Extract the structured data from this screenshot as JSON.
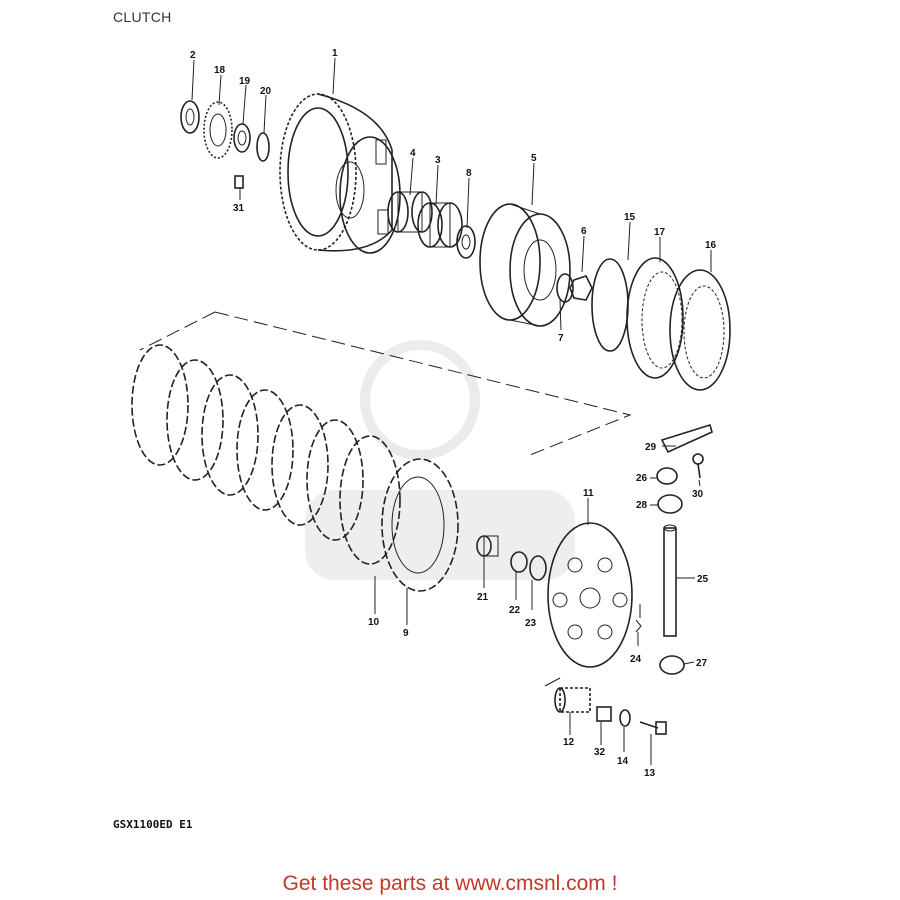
{
  "page": {
    "title": "CLUTCH",
    "model_code": "GSX1100ED E1"
  },
  "footer": {
    "text": "Get these parts at www.cmsnl.com !"
  },
  "callouts": {
    "c1": "1",
    "c2": "2",
    "c3": "3",
    "c4": "4",
    "c5": "5",
    "c6": "6",
    "c7": "7",
    "c8": "8",
    "c9": "9",
    "c10": "10",
    "c11": "11",
    "c12": "12",
    "c13": "13",
    "c14": "14",
    "c15": "15",
    "c16": "16",
    "c17": "17",
    "c18": "18",
    "c19": "19",
    "c20": "20",
    "c21": "21",
    "c22": "22",
    "c23": "23",
    "c24": "24",
    "c25": "25",
    "c26": "26",
    "c27": "27",
    "c28": "28",
    "c29": "29",
    "c30": "30",
    "c31": "31",
    "c32": "32"
  },
  "colors": {
    "line": "#222222",
    "footer_text": "#c0392b",
    "watermark": "#888888"
  }
}
